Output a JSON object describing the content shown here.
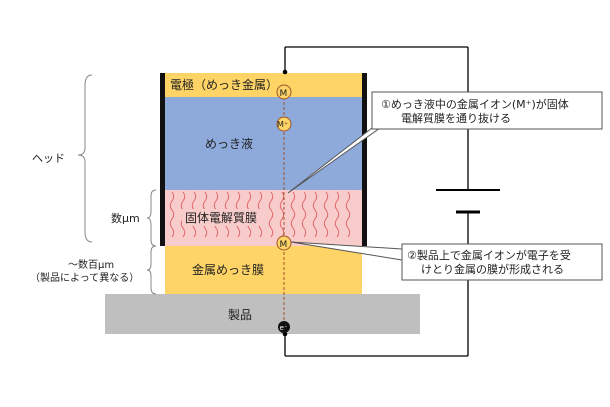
{
  "labels": {
    "electrode": "電極（めっき金属）",
    "solution": "めっき液",
    "membrane": "固体電解質膜",
    "film": "金属めっき膜",
    "product": "製品",
    "head": "ヘッド",
    "membrane_thickness": "数μm",
    "film_thickness_line1": "～数百μm",
    "film_thickness_line2": "（製品によって異なる）"
  },
  "callouts": {
    "one_line1": "①めっき液中の金属イオン(M⁺)が固体",
    "one_line2": "電解質膜を通り抜ける",
    "two_line1": "②製品上で金属イオンが電子を受",
    "two_line2": "けとり金属の膜が形成される"
  },
  "symbols": {
    "metal": "M",
    "ion": "M⁺",
    "electron": "e⁻"
  },
  "colors": {
    "electrode": "#fdd465",
    "solution": "#8eaadb",
    "membrane": "#f8cccb",
    "membrane_wave": "#e06666",
    "film": "#fdd465",
    "product": "#bfbfbf",
    "wire": "#000000",
    "brace": "#888888"
  }
}
